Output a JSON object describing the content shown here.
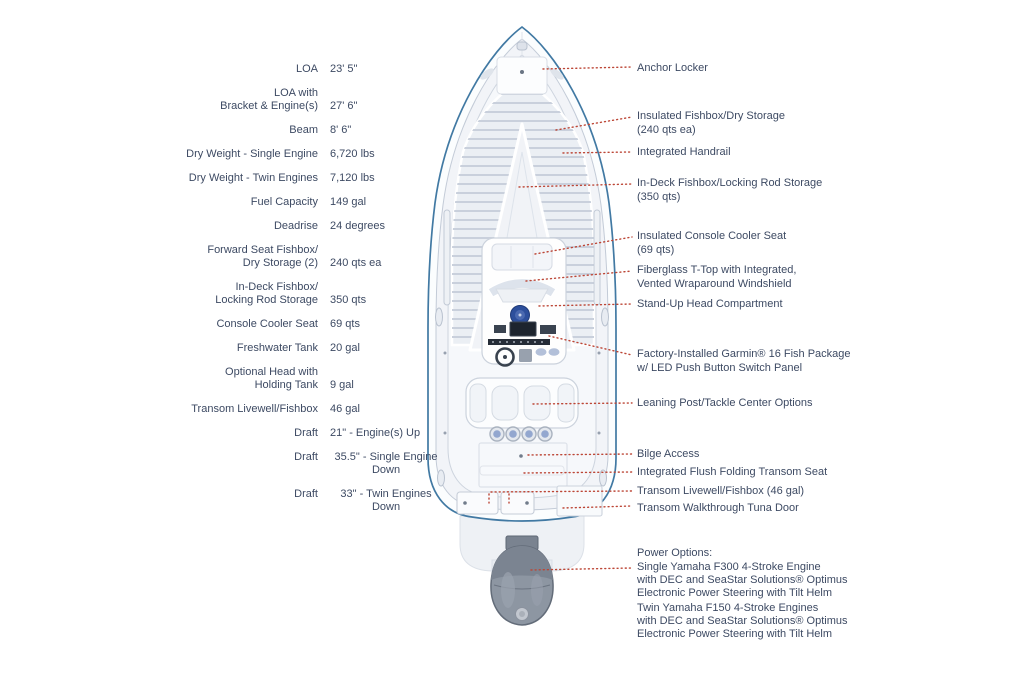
{
  "specs": [
    {
      "label": "LOA",
      "value": "23' 5\""
    },
    {
      "label": "LOA with\nBracket & Engine(s)",
      "value": "27' 6\""
    },
    {
      "label": "Beam",
      "value": "8' 6\""
    },
    {
      "label": "Dry Weight - Single Engine",
      "value": "6,720 lbs"
    },
    {
      "label": "Dry Weight - Twin Engines",
      "value": "7,120 lbs"
    },
    {
      "label": "Fuel Capacity",
      "value": "149 gal"
    },
    {
      "label": "Deadrise",
      "value": "24 degrees"
    },
    {
      "label": "Forward Seat Fishbox/\nDry Storage (2)",
      "value": "240 qts ea"
    },
    {
      "label": "In-Deck Fishbox/\nLocking Rod Storage",
      "value": "350 qts"
    },
    {
      "label": "Console Cooler Seat",
      "value": "69 qts"
    },
    {
      "label": "Freshwater Tank",
      "value": "20 gal"
    },
    {
      "label": "Optional Head with\nHolding Tank",
      "value": "9 gal"
    },
    {
      "label": "Transom Livewell/Fishbox",
      "value": "46 gal"
    },
    {
      "label": "Draft",
      "value": "21\" - Engine(s) Up"
    },
    {
      "label": "Draft",
      "value": "35.5\" - Single Engine\nDown"
    },
    {
      "label": "Draft",
      "value": "33\" - Twin Engines\nDown"
    }
  ],
  "callouts": [
    "Anchor Locker",
    "Insulated Fishbox/Dry Storage\n(240 qts ea)",
    "Integrated Handrail",
    "In-Deck Fishbox/Locking Rod Storage\n(350 qts)",
    "Insulated Console Cooler Seat\n(69 qts)",
    "Fiberglass T-Top with Integrated,\nVented Wraparound Windshield",
    "Stand-Up Head Compartment",
    "Factory-Installed Garmin® 16 Fish Package\nw/ LED Push Button Switch Panel",
    "Leaning Post/Tackle Center Options",
    "Bilge Access",
    "Integrated Flush Folding Transom Seat",
    "Transom Livewell/Fishbox (46 gal)",
    "Transom Walkthrough Tuna Door"
  ],
  "power_options": {
    "title": "Power Options:",
    "items": [
      "Single Yamaha F300 4-Stroke Engine\nwith DEC and SeaStar Solutions® Optimus\nElectronic Power Steering with Tilt Helm",
      "Twin Yamaha F150 4-Stroke Engines\nwith DEC and SeaStar Solutions® Optimus\nElectronic Power Steering with Tilt Helm"
    ]
  },
  "colors": {
    "text": "#3d4a63",
    "leader": "#bc4636",
    "hull": "#4179a3",
    "accent": "#2d4f9c",
    "cushion": "#b3c0d9"
  }
}
